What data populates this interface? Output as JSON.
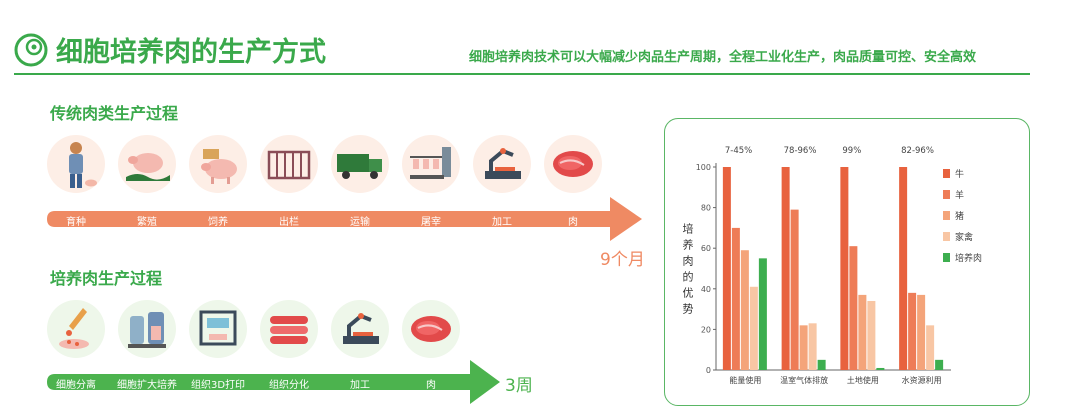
{
  "header": {
    "title": "细胞培养肉的生产方式",
    "subtitle": "细胞培养肉技术可以大幅减少肉品生产周期，全程工业化生产，肉品质量可控、安全高效"
  },
  "traditional": {
    "heading": "传统肉类生产过程",
    "steps": [
      "育种",
      "繁殖",
      "饲养",
      "出栏",
      "运输",
      "屠宰",
      "加工",
      "肉"
    ],
    "duration": "9个月"
  },
  "cultured": {
    "heading": "培养肉生产过程",
    "steps": [
      "细胞分离",
      "细胞扩大培养",
      "组织3D打印",
      "组织分化",
      "加工",
      "肉"
    ],
    "duration": "3周"
  },
  "colors": {
    "accent_green": "#3aa94b",
    "traditional_arrow": "#ef8a63",
    "cultured_arrow": "#4cb34e"
  },
  "chart_data": {
    "type": "bar",
    "title": "",
    "ylabel": "培养肉的优势",
    "xlabel": "",
    "ylim": [
      0,
      100
    ],
    "yticks": [
      0,
      20,
      40,
      60,
      80,
      100
    ],
    "grid": false,
    "legend_position": "right",
    "categories": [
      "能量使用",
      "温室气体排放",
      "土地使用",
      "水资源利用"
    ],
    "annotations": [
      "7-45%",
      "78-96%",
      "99%",
      "82-96%"
    ],
    "series": [
      {
        "name": "牛",
        "color": "#e8623e",
        "values": [
          100,
          100,
          100,
          100
        ]
      },
      {
        "name": "羊",
        "color": "#ee7c57",
        "values": [
          70,
          79,
          61,
          38
        ]
      },
      {
        "name": "猪",
        "color": "#f4a47a",
        "values": [
          59,
          22,
          37,
          37
        ]
      },
      {
        "name": "家禽",
        "color": "#f8c6a4",
        "values": [
          41,
          23,
          34,
          22
        ]
      },
      {
        "name": "培养肉",
        "color": "#3dae4f",
        "values": [
          55,
          5,
          1,
          5
        ]
      }
    ]
  }
}
